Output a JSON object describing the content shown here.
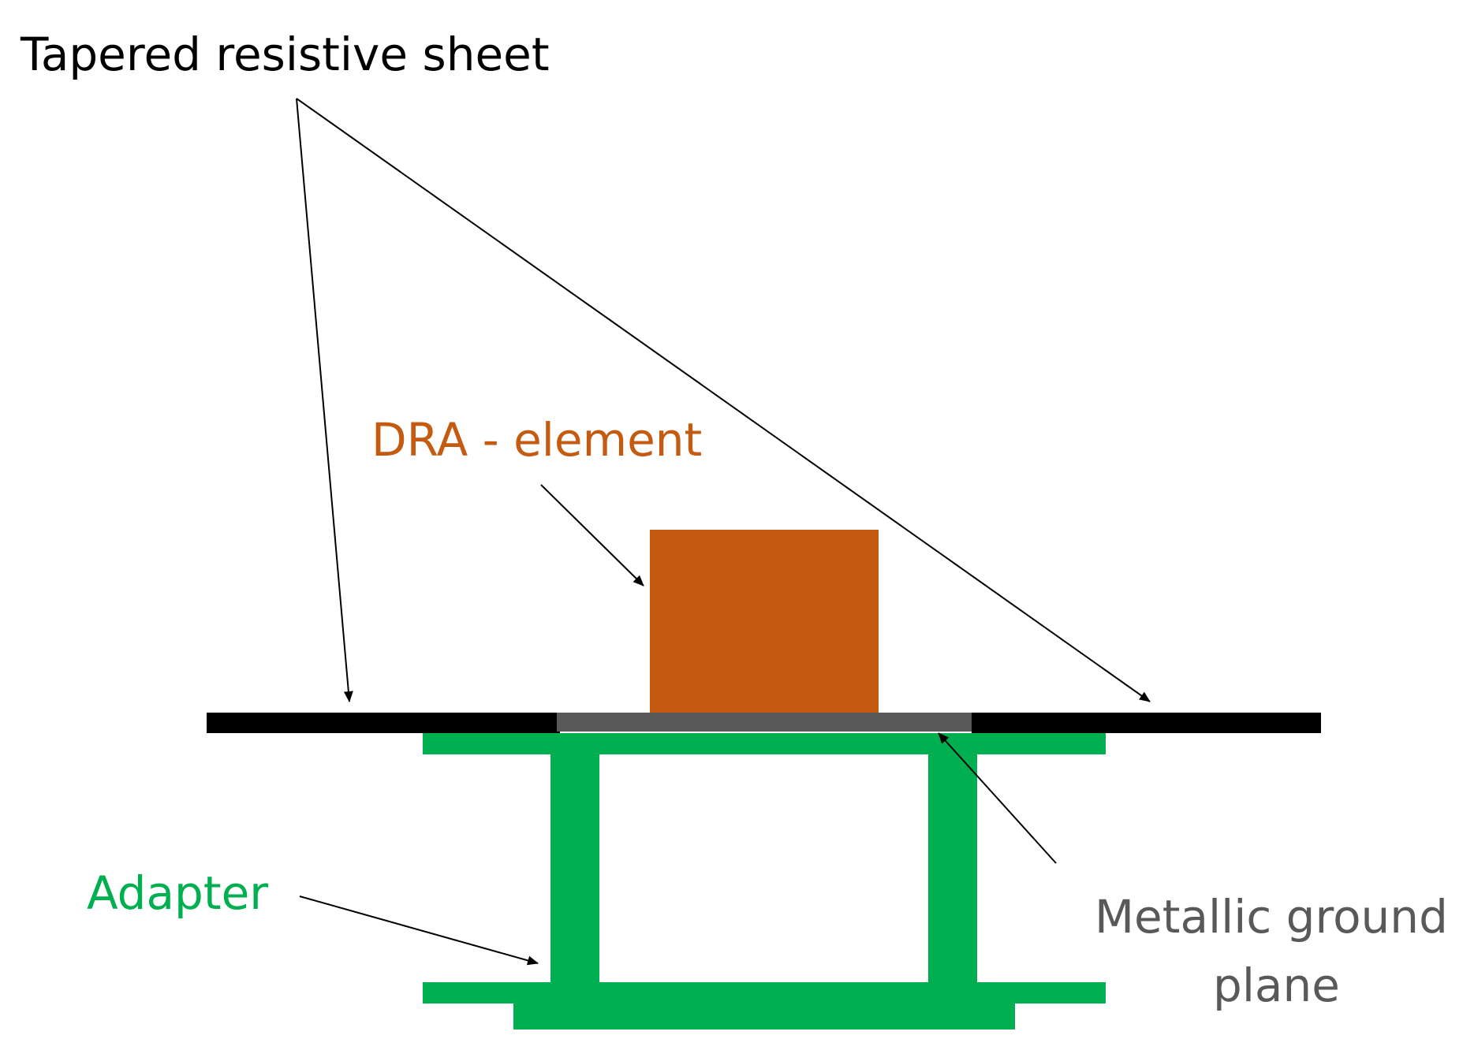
{
  "labels": {
    "tapered_sheet": "Tapered resistive sheet",
    "dra_element": "DRA - element",
    "adapter": "Adapter",
    "ground_plane_line1": "Metallic ground",
    "ground_plane_line2": "plane"
  },
  "colors": {
    "background": "#ffffff",
    "tapered_sheet": "#000000",
    "ground_plane": "#595959",
    "dra_element": "#c55a11",
    "adapter": "#00b050",
    "arrows": "#000000",
    "label_default": "#000000",
    "label_dra": "#c55a11",
    "label_adapter": "#00b050",
    "label_ground": "#595959"
  }
}
